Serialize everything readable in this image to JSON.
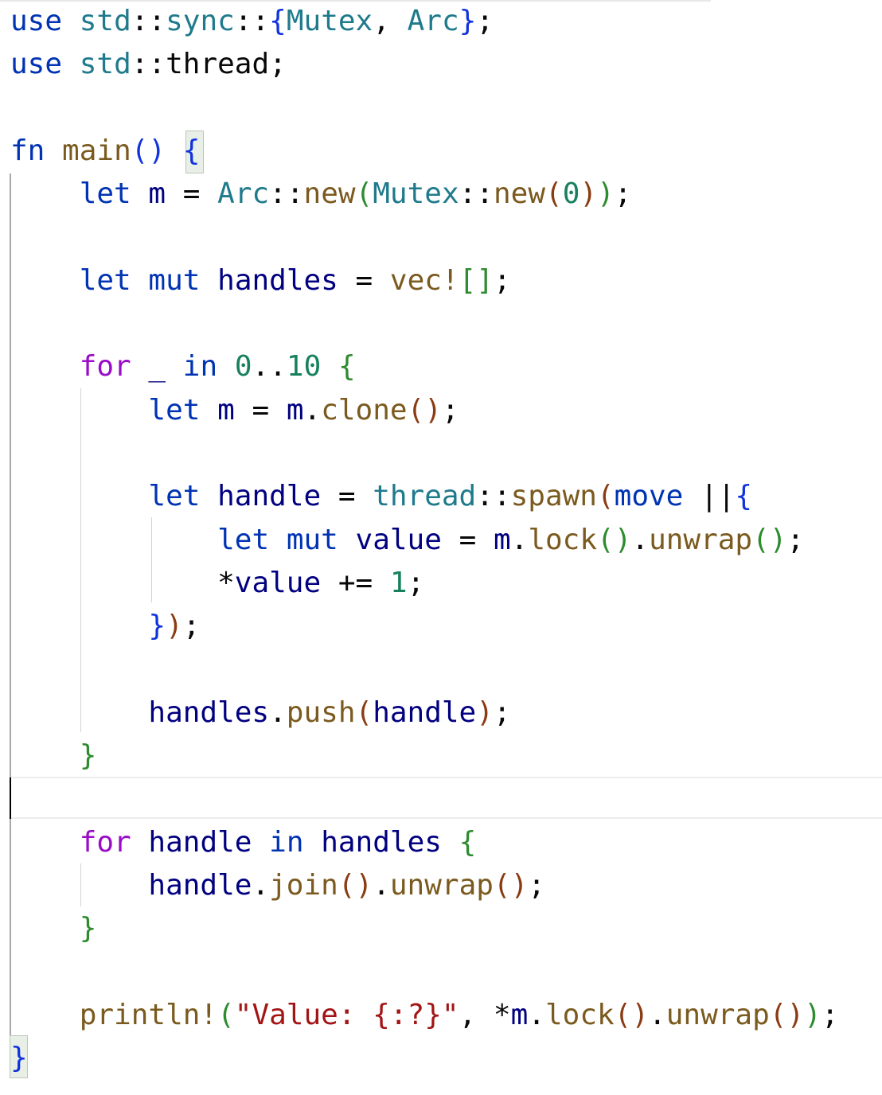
{
  "editor": {
    "language": "rust",
    "current_line": 19,
    "caret_column": 0,
    "lines": [
      {
        "n": 1,
        "tokens": [
          {
            "t": "use",
            "c": "kw"
          },
          {
            "t": " "
          },
          {
            "t": "std",
            "c": "path"
          },
          {
            "t": "::",
            "c": "punct"
          },
          {
            "t": "sync",
            "c": "path"
          },
          {
            "t": "::",
            "c": "punct"
          },
          {
            "t": "{",
            "c": "p-blue"
          },
          {
            "t": "Mutex",
            "c": "path"
          },
          {
            "t": ", ",
            "c": "punct"
          },
          {
            "t": "Arc",
            "c": "path"
          },
          {
            "t": "}",
            "c": "p-blue"
          },
          {
            "t": ";",
            "c": "punct"
          }
        ]
      },
      {
        "n": 2,
        "tokens": [
          {
            "t": "use",
            "c": "kw"
          },
          {
            "t": " "
          },
          {
            "t": "std",
            "c": "path"
          },
          {
            "t": "::",
            "c": "punct"
          },
          {
            "t": "thread",
            "c": "punct"
          },
          {
            "t": ";",
            "c": "punct"
          }
        ]
      },
      {
        "n": 3,
        "tokens": []
      },
      {
        "n": 4,
        "tokens": [
          {
            "t": "fn",
            "c": "kw"
          },
          {
            "t": " "
          },
          {
            "t": "main",
            "c": "fnc"
          },
          {
            "t": "()",
            "c": "p-blue"
          },
          {
            "t": " "
          },
          {
            "t": "{",
            "c": "p-blue"
          }
        ]
      },
      {
        "n": 5,
        "tokens": [
          {
            "t": "    "
          },
          {
            "t": "let",
            "c": "kw"
          },
          {
            "t": " "
          },
          {
            "t": "m",
            "c": "id"
          },
          {
            "t": " = ",
            "c": "punct"
          },
          {
            "t": "Arc",
            "c": "path"
          },
          {
            "t": "::",
            "c": "punct"
          },
          {
            "t": "new",
            "c": "fnc"
          },
          {
            "t": "(",
            "c": "p-green"
          },
          {
            "t": "Mutex",
            "c": "path"
          },
          {
            "t": "::",
            "c": "punct"
          },
          {
            "t": "new",
            "c": "fnc"
          },
          {
            "t": "(",
            "c": "p-brown"
          },
          {
            "t": "0",
            "c": "num"
          },
          {
            "t": ")",
            "c": "p-brown"
          },
          {
            "t": ")",
            "c": "p-green"
          },
          {
            "t": ";",
            "c": "punct"
          }
        ]
      },
      {
        "n": 6,
        "tokens": []
      },
      {
        "n": 7,
        "tokens": [
          {
            "t": "    "
          },
          {
            "t": "let",
            "c": "kw"
          },
          {
            "t": " "
          },
          {
            "t": "mut",
            "c": "kw"
          },
          {
            "t": " "
          },
          {
            "t": "handles",
            "c": "id"
          },
          {
            "t": " = ",
            "c": "punct"
          },
          {
            "t": "vec!",
            "c": "fnc"
          },
          {
            "t": "[]",
            "c": "p-green"
          },
          {
            "t": ";",
            "c": "punct"
          }
        ]
      },
      {
        "n": 8,
        "tokens": []
      },
      {
        "n": 9,
        "tokens": [
          {
            "t": "    "
          },
          {
            "t": "for",
            "c": "kw-ctrl"
          },
          {
            "t": " "
          },
          {
            "t": "_",
            "c": "id"
          },
          {
            "t": " "
          },
          {
            "t": "in",
            "c": "kw"
          },
          {
            "t": " "
          },
          {
            "t": "0",
            "c": "num"
          },
          {
            "t": "..",
            "c": "punct"
          },
          {
            "t": "10",
            "c": "num"
          },
          {
            "t": " "
          },
          {
            "t": "{",
            "c": "p-green"
          }
        ]
      },
      {
        "n": 10,
        "tokens": [
          {
            "t": "        "
          },
          {
            "t": "let",
            "c": "kw"
          },
          {
            "t": " "
          },
          {
            "t": "m",
            "c": "id"
          },
          {
            "t": " = ",
            "c": "punct"
          },
          {
            "t": "m",
            "c": "id"
          },
          {
            "t": ".",
            "c": "punct"
          },
          {
            "t": "clone",
            "c": "fnc"
          },
          {
            "t": "()",
            "c": "p-brown"
          },
          {
            "t": ";",
            "c": "punct"
          }
        ]
      },
      {
        "n": 11,
        "tokens": []
      },
      {
        "n": 12,
        "tokens": [
          {
            "t": "        "
          },
          {
            "t": "let",
            "c": "kw"
          },
          {
            "t": " "
          },
          {
            "t": "handle",
            "c": "id"
          },
          {
            "t": " = ",
            "c": "punct"
          },
          {
            "t": "thread",
            "c": "path"
          },
          {
            "t": "::",
            "c": "punct"
          },
          {
            "t": "spawn",
            "c": "fnc"
          },
          {
            "t": "(",
            "c": "p-brown"
          },
          {
            "t": "move",
            "c": "kw"
          },
          {
            "t": " ||",
            "c": "punct"
          },
          {
            "t": "{",
            "c": "p-blue"
          }
        ]
      },
      {
        "n": 13,
        "tokens": [
          {
            "t": "            "
          },
          {
            "t": "let",
            "c": "kw"
          },
          {
            "t": " "
          },
          {
            "t": "mut",
            "c": "kw"
          },
          {
            "t": " "
          },
          {
            "t": "value",
            "c": "id"
          },
          {
            "t": " = ",
            "c": "punct"
          },
          {
            "t": "m",
            "c": "id"
          },
          {
            "t": ".",
            "c": "punct"
          },
          {
            "t": "lock",
            "c": "fnc"
          },
          {
            "t": "()",
            "c": "p-green"
          },
          {
            "t": ".",
            "c": "punct"
          },
          {
            "t": "unwrap",
            "c": "fnc"
          },
          {
            "t": "()",
            "c": "p-green"
          },
          {
            "t": ";",
            "c": "punct"
          }
        ]
      },
      {
        "n": 14,
        "tokens": [
          {
            "t": "            "
          },
          {
            "t": "*",
            "c": "punct"
          },
          {
            "t": "value",
            "c": "id"
          },
          {
            "t": " += ",
            "c": "punct"
          },
          {
            "t": "1",
            "c": "num"
          },
          {
            "t": ";",
            "c": "punct"
          }
        ]
      },
      {
        "n": 15,
        "tokens": [
          {
            "t": "        "
          },
          {
            "t": "}",
            "c": "p-blue"
          },
          {
            "t": ")",
            "c": "p-brown"
          },
          {
            "t": ";",
            "c": "punct"
          }
        ]
      },
      {
        "n": 16,
        "tokens": []
      },
      {
        "n": 17,
        "tokens": [
          {
            "t": "        "
          },
          {
            "t": "handles",
            "c": "id"
          },
          {
            "t": ".",
            "c": "punct"
          },
          {
            "t": "push",
            "c": "fnc"
          },
          {
            "t": "(",
            "c": "p-brown"
          },
          {
            "t": "handle",
            "c": "id"
          },
          {
            "t": ")",
            "c": "p-brown"
          },
          {
            "t": ";",
            "c": "punct"
          }
        ]
      },
      {
        "n": 18,
        "tokens": [
          {
            "t": "    "
          },
          {
            "t": "}",
            "c": "p-green"
          }
        ]
      },
      {
        "n": 19,
        "tokens": []
      },
      {
        "n": 20,
        "tokens": [
          {
            "t": "    "
          },
          {
            "t": "for",
            "c": "kw-ctrl"
          },
          {
            "t": " "
          },
          {
            "t": "handle",
            "c": "id"
          },
          {
            "t": " "
          },
          {
            "t": "in",
            "c": "kw"
          },
          {
            "t": " "
          },
          {
            "t": "handles",
            "c": "id"
          },
          {
            "t": " "
          },
          {
            "t": "{",
            "c": "p-green"
          }
        ]
      },
      {
        "n": 21,
        "tokens": [
          {
            "t": "        "
          },
          {
            "t": "handle",
            "c": "id"
          },
          {
            "t": ".",
            "c": "punct"
          },
          {
            "t": "join",
            "c": "fnc"
          },
          {
            "t": "()",
            "c": "p-brown"
          },
          {
            "t": ".",
            "c": "punct"
          },
          {
            "t": "unwrap",
            "c": "fnc"
          },
          {
            "t": "()",
            "c": "p-brown"
          },
          {
            "t": ";",
            "c": "punct"
          }
        ]
      },
      {
        "n": 22,
        "tokens": [
          {
            "t": "    "
          },
          {
            "t": "}",
            "c": "p-green"
          }
        ]
      },
      {
        "n": 23,
        "tokens": []
      },
      {
        "n": 24,
        "tokens": [
          {
            "t": "    "
          },
          {
            "t": "println!",
            "c": "fnc"
          },
          {
            "t": "(",
            "c": "p-green"
          },
          {
            "t": "\"Value: {:?}\"",
            "c": "str"
          },
          {
            "t": ", ",
            "c": "punct"
          },
          {
            "t": "*",
            "c": "punct"
          },
          {
            "t": "m",
            "c": "id"
          },
          {
            "t": ".",
            "c": "punct"
          },
          {
            "t": "lock",
            "c": "fnc"
          },
          {
            "t": "()",
            "c": "p-brown"
          },
          {
            "t": ".",
            "c": "punct"
          },
          {
            "t": "unwrap",
            "c": "fnc"
          },
          {
            "t": "()",
            "c": "p-brown"
          },
          {
            "t": ")",
            "c": "p-green"
          },
          {
            "t": ";",
            "c": "punct"
          }
        ]
      },
      {
        "n": 25,
        "tokens": [
          {
            "t": "}",
            "c": "p-blue"
          }
        ]
      }
    ]
  },
  "colors": {
    "keyword": "#0033b3",
    "control_keyword": "#9a0cc8",
    "path": "#1f7a8c",
    "identifier": "#000080",
    "function": "#7a5a1e",
    "number": "#17805c",
    "string": "#a31515",
    "bracket_green": "#2e8b2e",
    "bracket_brown": "#8a3b12",
    "bracket_blue": "#1133dd"
  }
}
